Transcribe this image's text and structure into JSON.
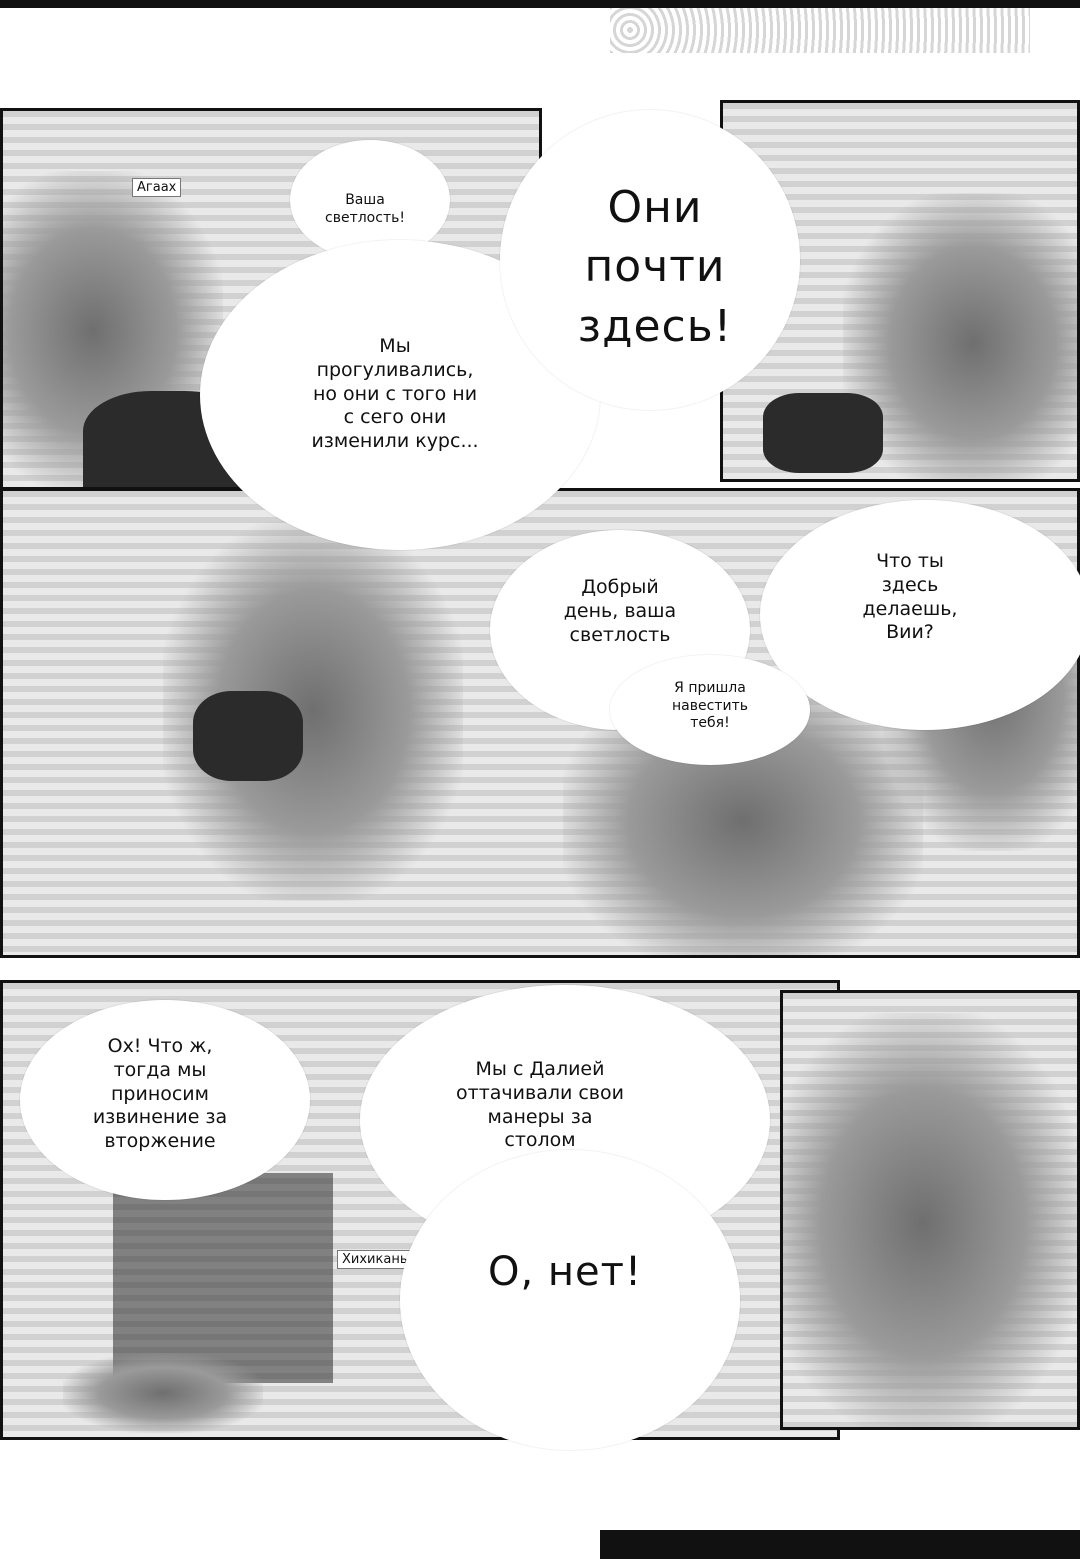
{
  "panel1": {
    "sfx_gasp": "Агаах",
    "bubble_greeting": "Ваша\nсветлость!",
    "bubble_walk": "Мы\nпрогуливались,\nно они с того ни\nс сего они\nизменили курс..."
  },
  "panel2": {
    "shout": "Они\nпочти\nздесь!"
  },
  "panel3": {
    "bubble_good_day": "Добрый\nдень, ваша\nсветлость",
    "bubble_question": "Что ты\nздесь\nделаешь,\nВии?",
    "bubble_visit": "Я пришла\nнавестить\nтебя!"
  },
  "panel4": {
    "bubble_apology": "Ох! Что ж,\nтогда мы\nприносим\nизвинение за\nвторжение",
    "bubble_manners": "Мы с Далией\nоттачивали свои\nманеры за\nстолом",
    "sfx_giggle": "Хихиканье",
    "shout_oh_no": "О, нет!"
  }
}
